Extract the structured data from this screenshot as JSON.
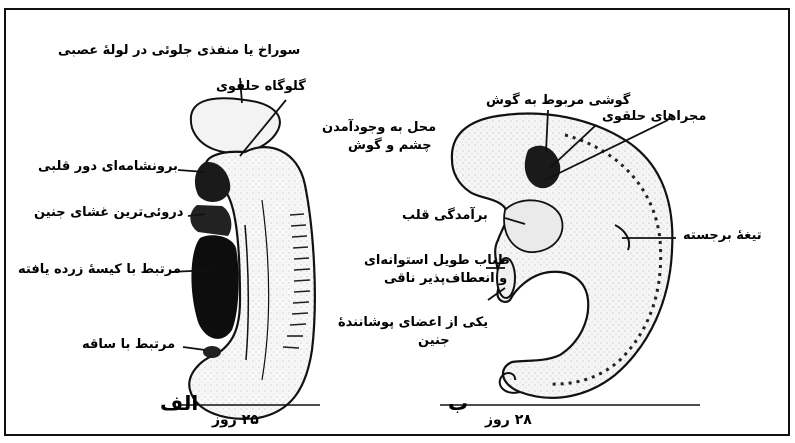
{
  "figure": {
    "panel_a": {
      "letter": "الف",
      "age": "۲۵ روز",
      "labels": {
        "neuropore": "سوراخ یا منفذی جلوئی در لولهٔ عصبی",
        "pharyngeal_arch": "گلوگاه حلقوی",
        "pericardial_bulge": "برونشامه‌ای دور قلبی",
        "amnion": "دروئی‌ترین غشای جنین",
        "yolk_sac": "مرتبط با کیسهٔ زرده یافته",
        "connecting_stalk": "مرتبط با ساقه"
      }
    },
    "panel_b": {
      "letter": "ب",
      "age": "۲۸ روز",
      "labels": {
        "otic": "گوشی مربوط به گوش",
        "eye_ear_origin_line1": "محل به وجودآمدن",
        "eye_ear_origin_line2": "چشم و گوش",
        "pharyngeal_channels": "مجراهای حلقوی",
        "heart_bulge": "برآمدگی قلب",
        "ridge": "تیغهٔ برجسته",
        "cord_line1": "طناب طویل استوانه‌ای",
        "cord_line2": "و انعطاف‌پذیر ناقی",
        "membrane_line1": "یکی از اعضای پوشانندهٔ",
        "membrane_line2": "جنین"
      }
    }
  }
}
